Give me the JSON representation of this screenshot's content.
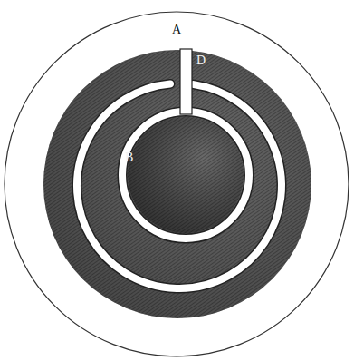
{
  "diagram": {
    "labels": [
      "A",
      "D",
      "B"
    ]
  }
}
